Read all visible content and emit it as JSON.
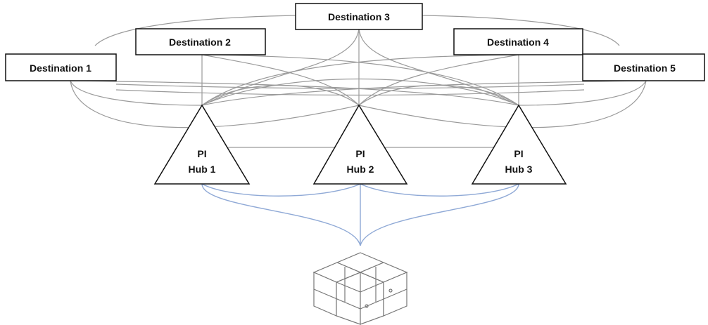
{
  "destinations": [
    {
      "id": "destination-1",
      "label": "Destination 1"
    },
    {
      "id": "destination-2",
      "label": "Destination 2"
    },
    {
      "id": "destination-3",
      "label": "Destination 3"
    },
    {
      "id": "destination-4",
      "label": "Destination 4"
    },
    {
      "id": "destination-5",
      "label": "Destination 5"
    }
  ],
  "hubs": [
    {
      "id": "pi-hub-1",
      "line1": "PI",
      "line2": "Hub 1"
    },
    {
      "id": "pi-hub-2",
      "line1": "PI",
      "line2": "Hub 2"
    },
    {
      "id": "pi-hub-3",
      "line1": "PI",
      "line2": "Hub 3"
    }
  ],
  "colors": {
    "outline": "#111111",
    "gray_links": "#9a9a9a",
    "blue_links": "#8fa9d6",
    "container": "#777777"
  },
  "icons": {
    "container": "container-cube-icon"
  }
}
